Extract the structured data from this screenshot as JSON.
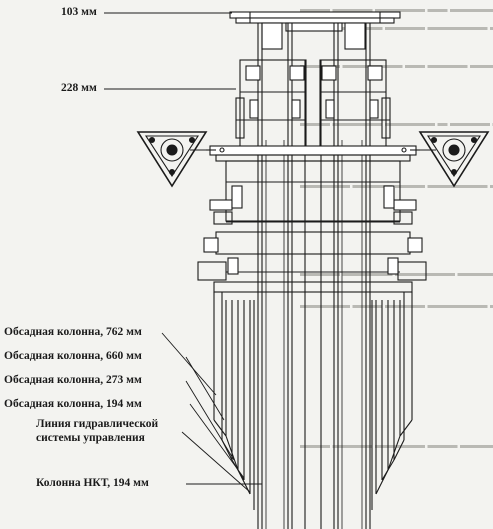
{
  "diagram": {
    "labels": {
      "top_dim": "103 мм",
      "dim_228": "228 мм",
      "casing_762": "Обсадная колонна, 762 мм",
      "casing_660": "Обсадная колонна, 660 мм",
      "casing_273": "Обсадная колонна, 273 мм",
      "casing_194": "Обсадная колонна, 194 мм",
      "hydraulic_line_1": "Линия гидравлической",
      "hydraulic_line_2": "системы управления",
      "tubing": "Колонна НКТ, 194 мм"
    }
  },
  "colors": {
    "ink": "#1b1b1b",
    "paper": "#f3f3f0",
    "bleed_text": "#b9b9b4"
  }
}
